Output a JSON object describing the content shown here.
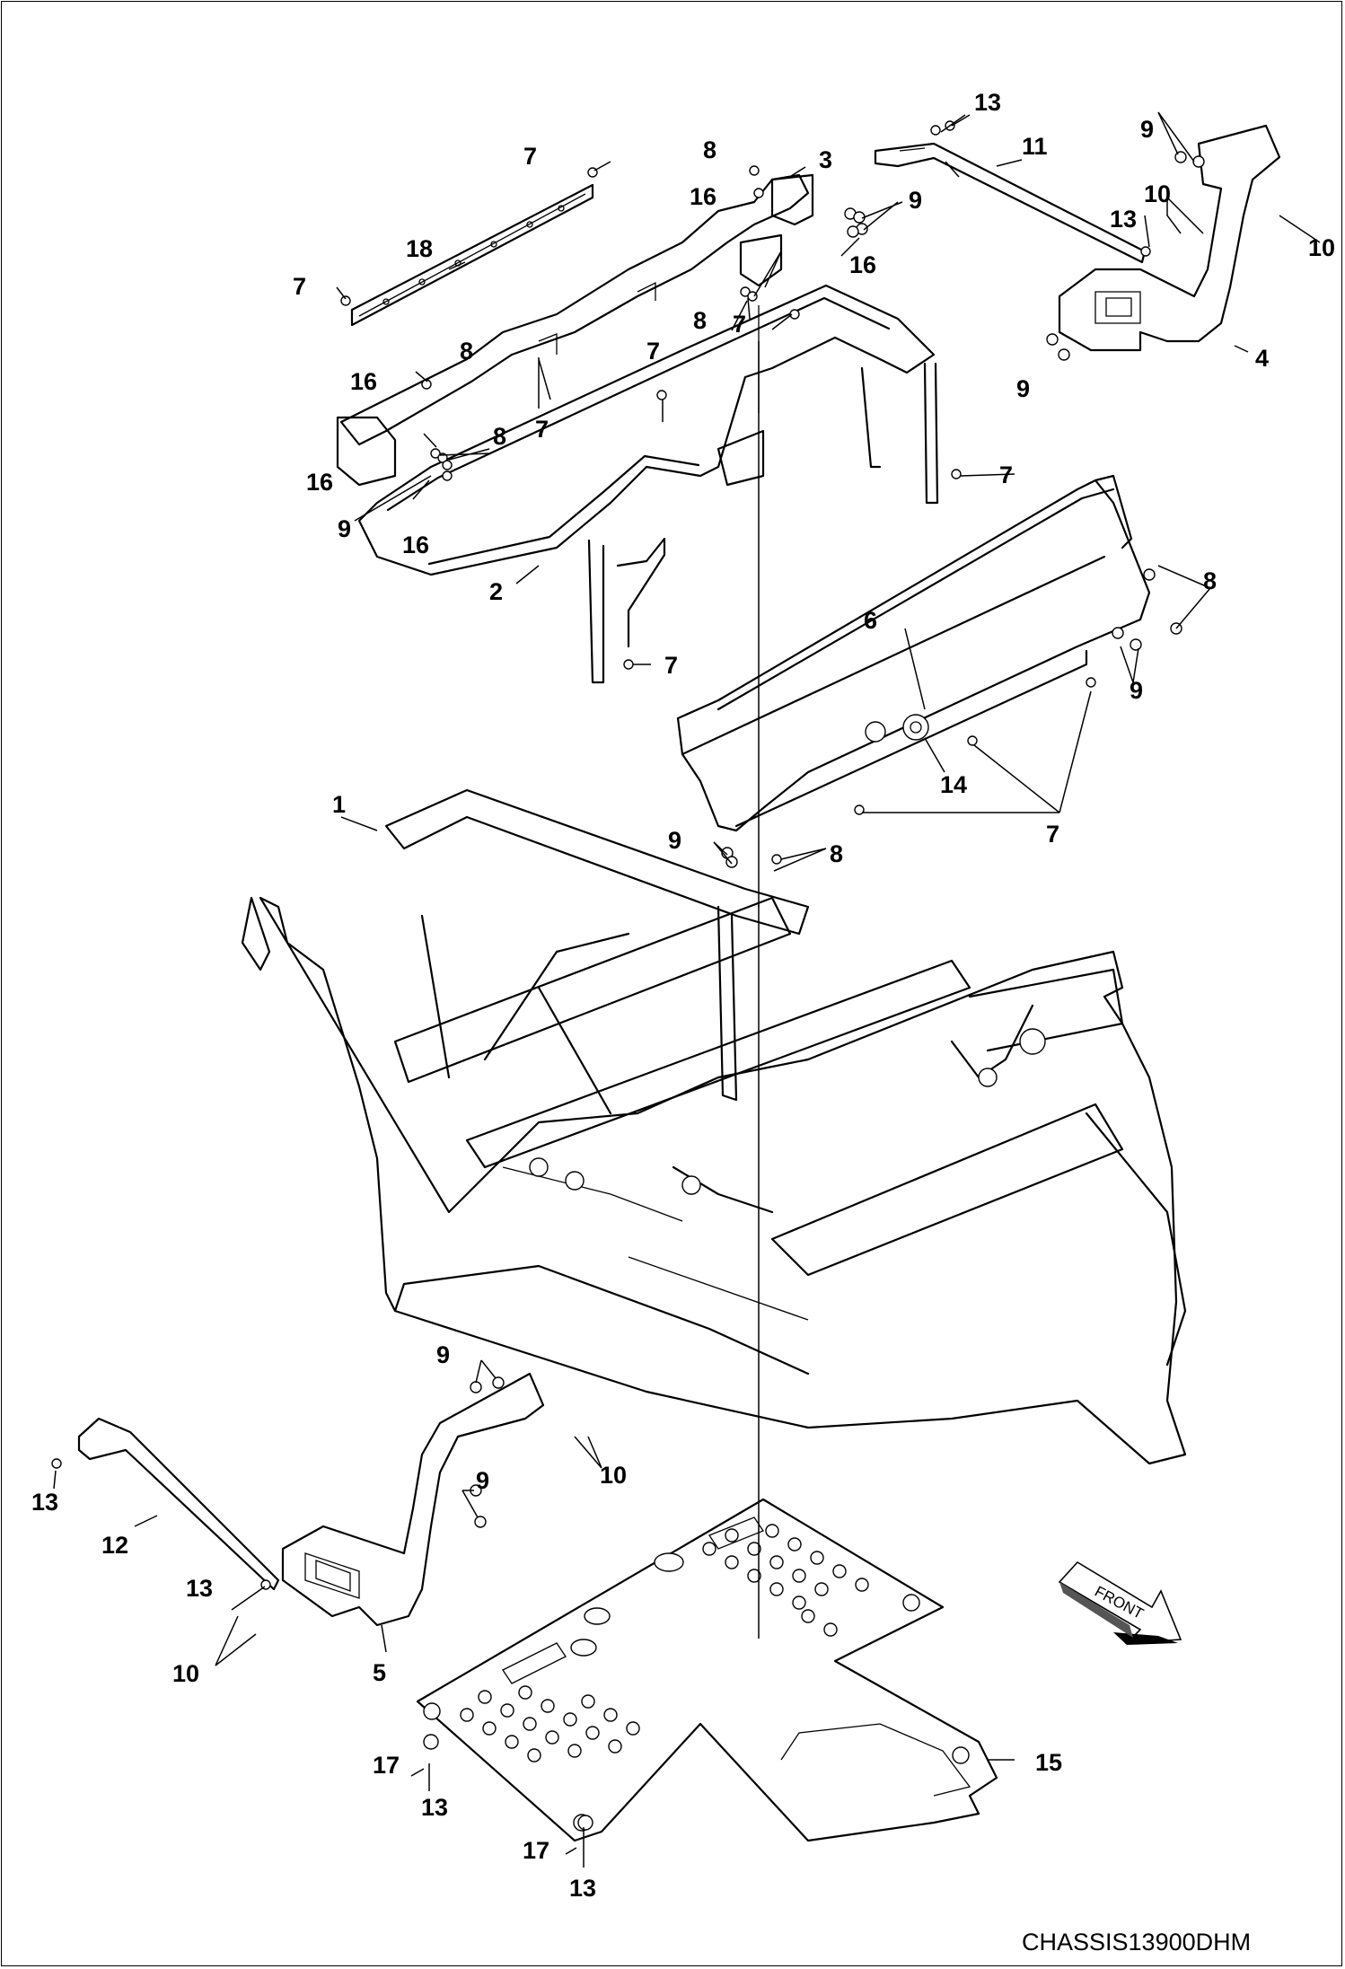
{
  "diagram": {
    "drawing_code": "CHASSIS13900DHM",
    "front_label": "FRONT",
    "callouts": [
      "1",
      "2",
      "3",
      "4",
      "5",
      "6",
      "7",
      "8",
      "9",
      "10",
      "11",
      "12",
      "13",
      "14",
      "15",
      "16",
      "17",
      "18"
    ]
  },
  "labels": {
    "c1": "1",
    "c2": "2",
    "c3": "3",
    "c4": "4",
    "c5": "5",
    "c6": "6",
    "c7a": "7",
    "c7b": "7",
    "c7c": "7",
    "c7d": "7",
    "c7e": "7",
    "c7f": "7",
    "c7g": "7",
    "c8a": "8",
    "c8b": "8",
    "c8c": "8",
    "c8d": "8",
    "c8e": "8",
    "c8f": "8",
    "c9a": "9",
    "c9b": "9",
    "c9c": "9",
    "c9d": "9",
    "c9e": "9",
    "c9f": "9",
    "c9g": "9",
    "c9h": "9",
    "c10a": "10",
    "c10b": "10",
    "c10c": "10",
    "c10d": "10",
    "c11": "11",
    "c12": "12",
    "c13a": "13",
    "c13b": "13",
    "c13c": "13",
    "c13d": "13",
    "c13e": "13",
    "c13f": "13",
    "c14": "14",
    "c15": "15",
    "c16a": "16",
    "c16b": "16",
    "c16c": "16",
    "c16d": "16",
    "c16e": "16",
    "c17a": "17",
    "c17b": "17",
    "c18": "18"
  }
}
